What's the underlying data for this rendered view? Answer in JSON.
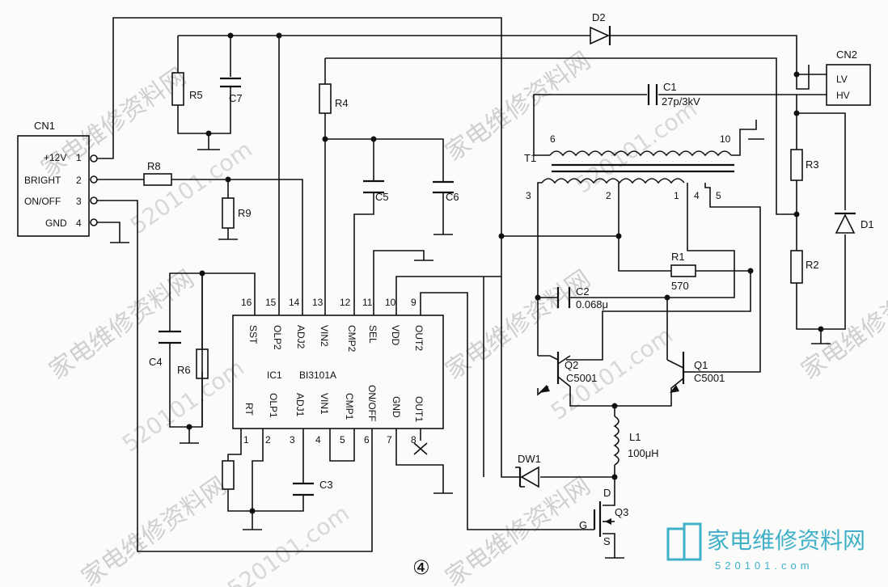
{
  "figure_number": "④",
  "connectors": {
    "cn1": {
      "name": "CN1",
      "pins": [
        {
          "label": "+12V",
          "num": "1"
        },
        {
          "label": "BRIGHT",
          "num": "2"
        },
        {
          "label": "ON/OFF",
          "num": "3"
        },
        {
          "label": "GND",
          "num": "4"
        }
      ]
    },
    "cn2": {
      "name": "CN2",
      "pins": [
        {
          "label": "LV"
        },
        {
          "label": "HV"
        }
      ]
    }
  },
  "ic": {
    "name": "IC1",
    "part": "BI3101A",
    "top_pins": [
      {
        "num": "16",
        "name": "SST"
      },
      {
        "num": "15",
        "name": "OLP2"
      },
      {
        "num": "14",
        "name": "ADJ2"
      },
      {
        "num": "13",
        "name": "VIN2"
      },
      {
        "num": "12",
        "name": "CMP2"
      },
      {
        "num": "11",
        "name": "SEL"
      },
      {
        "num": "10",
        "name": "VDD"
      },
      {
        "num": "9",
        "name": "OUT2"
      }
    ],
    "bottom_pins": [
      {
        "num": "1",
        "name": "RT"
      },
      {
        "num": "2",
        "name": "OLP1"
      },
      {
        "num": "3",
        "name": "ADJ1"
      },
      {
        "num": "4",
        "name": "VIN1"
      },
      {
        "num": "5",
        "name": "CMP1"
      },
      {
        "num": "6",
        "name": "ON/OFF"
      },
      {
        "num": "7",
        "name": "GND"
      },
      {
        "num": "8",
        "name": "OUT1"
      }
    ]
  },
  "components": {
    "r1": {
      "ref": "R1",
      "value": "570"
    },
    "r2": "R2",
    "r3": "R3",
    "r4": "R4",
    "r5": "R5",
    "r6": "R6",
    "r8": "R8",
    "r9": "R9",
    "c1": {
      "ref": "C1",
      "value": "27p/3kV"
    },
    "c2": {
      "ref": "C2",
      "value": "0.068μ"
    },
    "c3": "C3",
    "c4": "C4",
    "c5": "C5",
    "c6": "C6",
    "c7": "C7",
    "d1": "D1",
    "d2": "D2",
    "dw1": "DW1",
    "q1": {
      "ref": "Q1",
      "part": "C5001"
    },
    "q2": {
      "ref": "Q2",
      "part": "C5001"
    },
    "q3": {
      "ref": "Q3",
      "pins": {
        "d": "D",
        "g": "G",
        "s": "S"
      }
    },
    "l1": {
      "ref": "L1",
      "value": "100μH"
    },
    "t1": {
      "ref": "T1",
      "pins": [
        "6",
        "10",
        "3",
        "2",
        "1",
        "4",
        "5"
      ]
    }
  },
  "watermark": {
    "text": "家电维修资料网",
    "url": "520101.com",
    "brand": "家电维修资料网",
    "brand_url": "520101.com"
  },
  "colors": {
    "ink": "#111111",
    "watermark": "#cfcfcf",
    "brand": "#3fb0c8"
  }
}
